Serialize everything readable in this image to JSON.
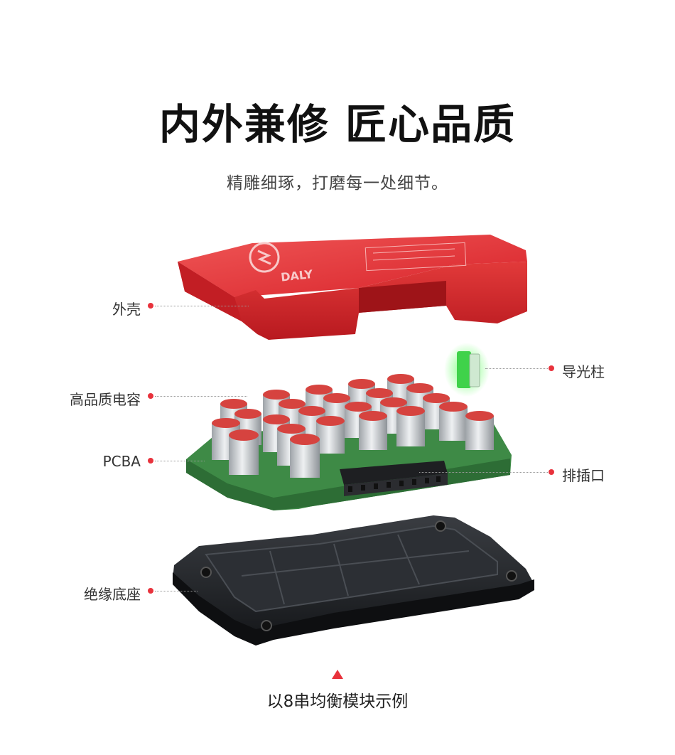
{
  "header": {
    "title": "内外兼修 匠心品质",
    "subtitle": "精雕细琢，打磨每一处细节。"
  },
  "product": {
    "lid_logo": "DALY",
    "callouts": {
      "shell": "外壳",
      "capacitor": "高品质电容",
      "pcba": "PCBA",
      "base": "绝缘底座",
      "light_pipe": "导光柱",
      "connector": "排插口"
    },
    "colors": {
      "shell": "#d8232a",
      "pcb": "#3e8a46",
      "capacitor": "#c9ccd0",
      "capacitor_top": "#d6433f",
      "light_pipe": "#3fd24a",
      "base": "#222428",
      "accent_dot": "#e8323c"
    }
  },
  "footer": {
    "caption": "以8串均衡模块示例"
  }
}
